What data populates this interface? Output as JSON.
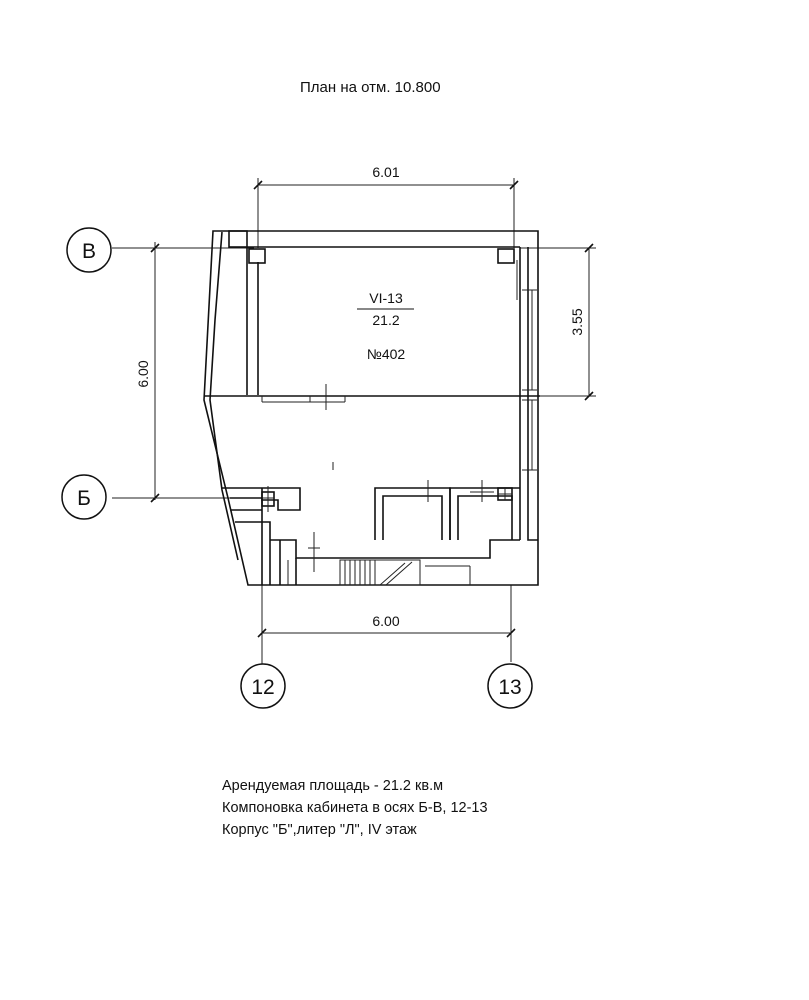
{
  "title": "План на отм. 10.800",
  "dimensions": {
    "top_width": "6.01",
    "bottom_width": "6.00",
    "left_height": "6.00",
    "right_height": "3.55"
  },
  "axes": {
    "row_top": "В",
    "row_bottom": "Б",
    "col_left": "12",
    "col_right": "13"
  },
  "room": {
    "code": "VI-13",
    "area": "21.2",
    "number": "№402"
  },
  "notes": [
    "Арендуемая площадь -  21.2 кв.м",
    "Компоновка кабинета в осях Б-В, 12-13",
    "Корпус \"Б\",литер \"Л\", IV этаж"
  ]
}
